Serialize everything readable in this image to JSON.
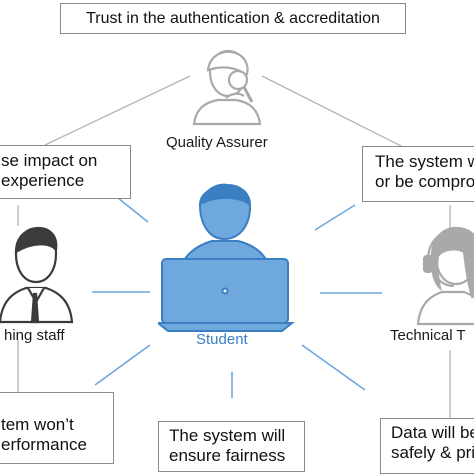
{
  "colors": {
    "accent_blue": "#6fa8dc",
    "accent_blue_dark": "#3a7fc1",
    "gray_person": "#a9a9a9",
    "dark_person": "#3b3b3b",
    "line_gray": "#b5b5b5",
    "box_border": "#8a8a8a"
  },
  "concerns": {
    "top": "Trust in the authentication & accreditation",
    "upper_left_line1": "se impact on",
    "upper_left_line2": "experience",
    "upper_right_line1": "The system w",
    "upper_right_line2": "or be compro",
    "bottom_left_line1": "tem won’t",
    "bottom_left_line2": "erformance",
    "bottom_center_line1": "The  system will",
    "bottom_center_line2": "ensure fairness",
    "bottom_right_line1": "Data will be",
    "bottom_right_line2": "safely & pri"
  },
  "stakeholders": {
    "quality_assurer": "Quality Assurer",
    "teaching_staff": "hing staff",
    "student": "Student",
    "technical": "Technical T"
  },
  "icons": {
    "quality_assurer": "person-with-magnifier-icon",
    "teaching_staff": "businessman-icon",
    "student": "student-with-laptop-icon",
    "technical": "support-agent-headset-icon"
  }
}
